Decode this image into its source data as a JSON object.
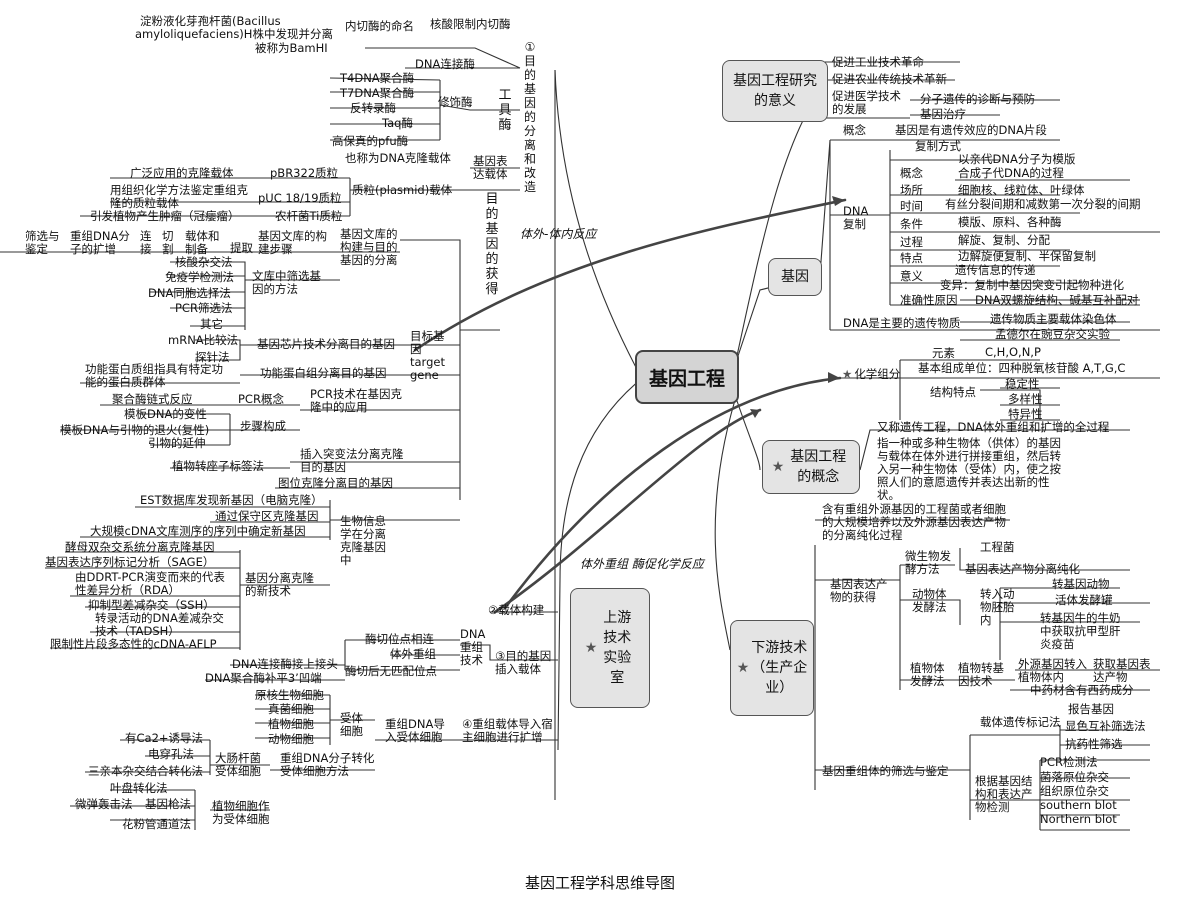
{
  "caption": "基因工程学科思维导图",
  "center": "基因工程",
  "left": {
    "branch1_title": "①目的基因的分离和改造",
    "tools": {
      "title": "工具酶",
      "endo_title": "内切酶的命名",
      "endo_example1": "淀粉液化芽孢杆菌(Bacillus",
      "endo_example2": "amyloliquefaciens)H株中发现并分离",
      "endo_example3": "被称为BamHI",
      "restriction": "核酸限制内切酶",
      "ligase": "DNA连接酶",
      "modify_title": "修饰酶",
      "modify": [
        "T4DNA聚合酶",
        "T7DNA聚合酶",
        "反转录酶",
        "Taq酶",
        "高保真的pfu酶"
      ]
    },
    "vector": {
      "title": "基因表达载体",
      "also": "也称为DNA克隆载体",
      "plasmid": "质粒(plasmid)载体",
      "pBR322": "pBR322质粒",
      "pBR322_desc": "广泛应用的克隆载体",
      "pUC": "pUC 18/19质粒",
      "pUC_desc": "用组织化学方法鉴定重组克隆的质粒载体",
      "Ti": "农杆菌Ti质粒",
      "Ti_desc": "引发植物产生肿瘤（冠瘿瘤）"
    },
    "get_gene": {
      "title": "目的基因的获得",
      "target": "目标基因target gene",
      "library": "基因文库的构建与目的基因的分离",
      "lib_build": "基因文库的构建步骤",
      "steps": [
        "筛选与鉴定",
        "重组DNA分子的扩增",
        "连接",
        "切割",
        "载体和制备",
        "提取"
      ],
      "screen_title": "文库中筛选基因的方法",
      "screen": [
        "核酸杂交法",
        "免疫学检测法",
        "DNA同胞选择法",
        "PCR筛选法",
        "其它"
      ],
      "chip": "基因芯片技术分离目的基因",
      "chip_items": [
        "mRNA比较法",
        "探针法"
      ],
      "protein": "功能蛋白组分离目的基因",
      "protein_desc": "功能蛋白质组指具有特定功能的蛋白质群体",
      "pcr": "PCR技术在基因克隆中的应用",
      "pcr_concept": "PCR概念",
      "pcr_concept_desc": "聚合酶链式反应",
      "pcr_steps_title": "步骤构成",
      "pcr_steps": [
        "模板DNA的变性",
        "模板DNA与引物的退火(复性)",
        "引物的延伸"
      ],
      "mutation": "插入突变法分离克隆目的基因",
      "mutation_item": "植物转座子标签法",
      "map_clone": "图位克隆分离目的基因",
      "bioinfo": "生物信息学在分离克隆基因中",
      "bioinfo_items": [
        "EST数据库发现新基因（电脑克隆）",
        "通过保守区克隆基因",
        "大规模cDNA文库测序的序列中确定新基因"
      ],
      "new_tech": "基因分离克隆的新技术",
      "new_tech_items": [
        "酵母双杂交系统分离克隆基因",
        "基因表达序列标记分析（SAGE）",
        "由DDRT-PCR演变而来的代表性差异分析（RDA）",
        "抑制型差减杂交（SSH）",
        "转录活动的DNA差减杂交技术（TADSH）",
        "限制性片段多态性的cDNA-AFLP"
      ]
    },
    "in_vitro_label": "体外-体内反应",
    "vitro_recomb_label": "体外重组 酶促化学反应",
    "construct": "②载体构建",
    "insert": "③目的基因插入载体",
    "dna_recomb": "DNA重组技术",
    "dna_recomb_items": [
      "酶切位点相连",
      "体外重组",
      "酶切后无匹配位点"
    ],
    "dna_recomb_sub": [
      "DNA连接酶接上接头",
      "DNA聚合酶补平3’凹端"
    ],
    "transform": "④重组载体导入宿主细胞进行扩增",
    "host": {
      "title": "重组DNA导入受体细胞",
      "receptor": "受体细胞",
      "cells": [
        "原核生物细胞",
        "真菌细胞",
        "植物细胞",
        "动物细胞"
      ],
      "method_title": "重组DNA分子转化受体细胞方法",
      "ecoli": "大肠杆菌受体细胞",
      "ecoli_items": [
        "有Ca2+诱导法",
        "电穿孔法",
        "三亲本杂交结合转化法"
      ],
      "plant": "植物细胞作为受体细胞",
      "plant_items": [
        "叶盘转化法",
        "微弹轰击法",
        "基因枪法",
        "花粉管通道法"
      ]
    },
    "upstream": "上游技术实验室"
  },
  "right": {
    "meaning": {
      "title": "基因工程研究的意义",
      "items": [
        "促进工业技术革命",
        "促进农业传统技术革新",
        "促进医学技术的发展"
      ],
      "med_items": [
        "分子遗传的诊断与预防",
        "基因治疗"
      ]
    },
    "gene": {
      "title": "基因",
      "concept_label": "概念",
      "concept": "基因是有遗传效应的DNA片段",
      "dna_copy": "DNA复制",
      "copy_method": "复制方式",
      "copy_rows": [
        [
          "",
          "以亲代DNA分子为模版"
        ],
        [
          "概念",
          "合成子代DNA的过程"
        ],
        [
          "场所",
          "细胞核、线粒体、叶绿体"
        ],
        [
          "时间",
          "有丝分裂间期和减数第一次分裂的间期"
        ],
        [
          "条件",
          "模版、原料、各种酶"
        ],
        [
          "过程",
          "解旋、复制、分配"
        ],
        [
          "特点",
          "边解旋便复制、半保留复制"
        ]
      ],
      "meaning_label": "意义",
      "meaning_items": [
        "遗传信息的传递",
        "变异：复制中基因突变引起物种进化"
      ],
      "accuracy_label": "准确性原因",
      "accuracy": "DNA双螺旋结构、碱基互补配对",
      "main_material": "DNA是主要的遗传物质",
      "main_items": [
        "遗传物质主要载体染色体",
        "孟德尔在豌豆杂交实验"
      ],
      "chem": "化学组分",
      "element_label": "元素",
      "element": "C,H,O,N,P",
      "unit": "基本组成单位：四种脱氧核苷酸  A,T,G,C",
      "structure": "结构特点",
      "structure_items": [
        "稳定性",
        "多样性",
        "特异性"
      ]
    },
    "concept": {
      "title": "基因工程的概念",
      "text": "又称遗传工程，DNA体外重组和扩增的全过程",
      "text2": "指一种或多种生物体（供体）的基因与载体在体外进行拼接重组，然后转入另一种生物体（受体）内，使之按照人们的意愿遗传并表达出新的性状。"
    },
    "downstream": {
      "title": "下游技术（生产企业）",
      "intro": "含有重组外源基因的工程菌或者细胞的大规模培养以及外源基因表达产物的分离纯化过程",
      "product": "基因表达产物的获得",
      "micro": "微生物发酵方法",
      "micro_items": [
        "工程菌",
        "基因表达产物分离纯化"
      ],
      "animal": "动物体发酵法",
      "animal_sub": "转入动物胚胎内",
      "animal_items": [
        "转基因动物",
        "活体发酵罐",
        "转基因牛的牛奶中获取抗甲型肝炎疫苗"
      ],
      "plant": "植物体发酵法",
      "plant_sub": "植物转基因技术",
      "plant_items": [
        "外源基因转入植物体内",
        "获取基因表达产物",
        "中药材含有西药成分"
      ],
      "screen": "基因重组体的筛选与鉴定",
      "marker": "载体遗传标记法",
      "marker_items": [
        "报告基因",
        "显色互补筛选法",
        "抗药性筛选"
      ],
      "struct": "根据基因结构和表达产物检测",
      "struct_items": [
        "PCR检测法",
        "菌落原位杂交",
        "组织原位杂交",
        "southern blot",
        "Northern blot"
      ]
    }
  }
}
